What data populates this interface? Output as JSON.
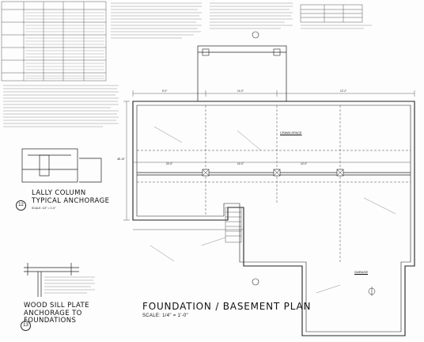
{
  "plan": {
    "title": "FOUNDATION / BASEMENT PLAN",
    "scale": "SCALE: 1/4\" = 1'-0\""
  },
  "details": {
    "lally": {
      "title_line1": "LALLY COLUMN",
      "title_line2": "TYPICAL ANCHORAGE",
      "number": "12",
      "scale": "SCALE: 1/2\" = 1'-0\""
    },
    "sill": {
      "title_line1": "WOOD SILL PLATE",
      "title_line2": "ANCHORAGE TO",
      "title_line3": "FOUNDATIONS",
      "number": "13"
    }
  },
  "rooms": {
    "crawl": "CRAWLSPACE",
    "garage": "GARAGE"
  },
  "dims": {
    "top_left": "5'-0\"",
    "top_mid": "14'-0\"",
    "top_right": "12'-2\"",
    "mid_left": "24'-0\"",
    "mid_center": "14'-0\"",
    "mid_right": "14'-0\"",
    "side": "48'-10\""
  },
  "colors": {
    "line": "#222222",
    "light": "#888888",
    "paper": "#fdfdfd"
  }
}
